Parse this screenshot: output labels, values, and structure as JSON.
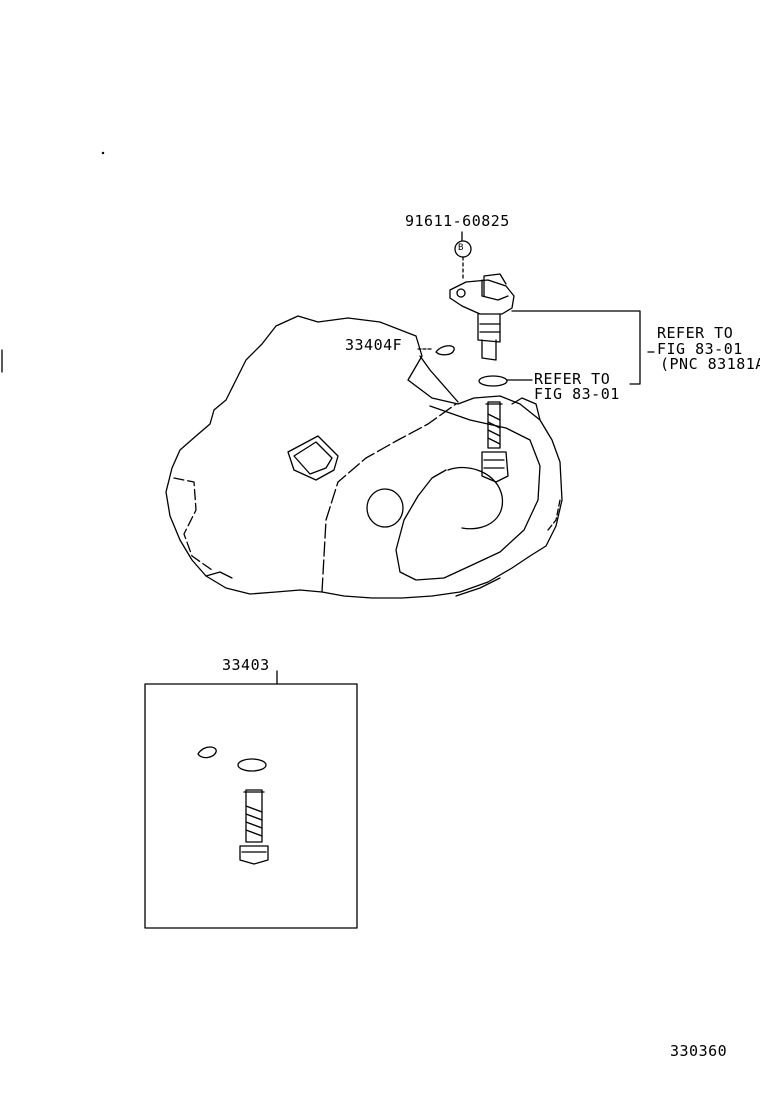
{
  "labels": {
    "sensor_bolt_part": "91611-60825",
    "bolt_marker": "B",
    "clip_part": "33404F",
    "refer_sensor_line1": "REFER TO",
    "refer_sensor_line2": "FIG 83-01",
    "refer_sensor_line3": "(PNC 83181A",
    "refer_oring_line1": "REFER TO",
    "refer_oring_line2": "FIG 83-01",
    "gear_kit_part": "33403",
    "figure_number": "330360"
  }
}
